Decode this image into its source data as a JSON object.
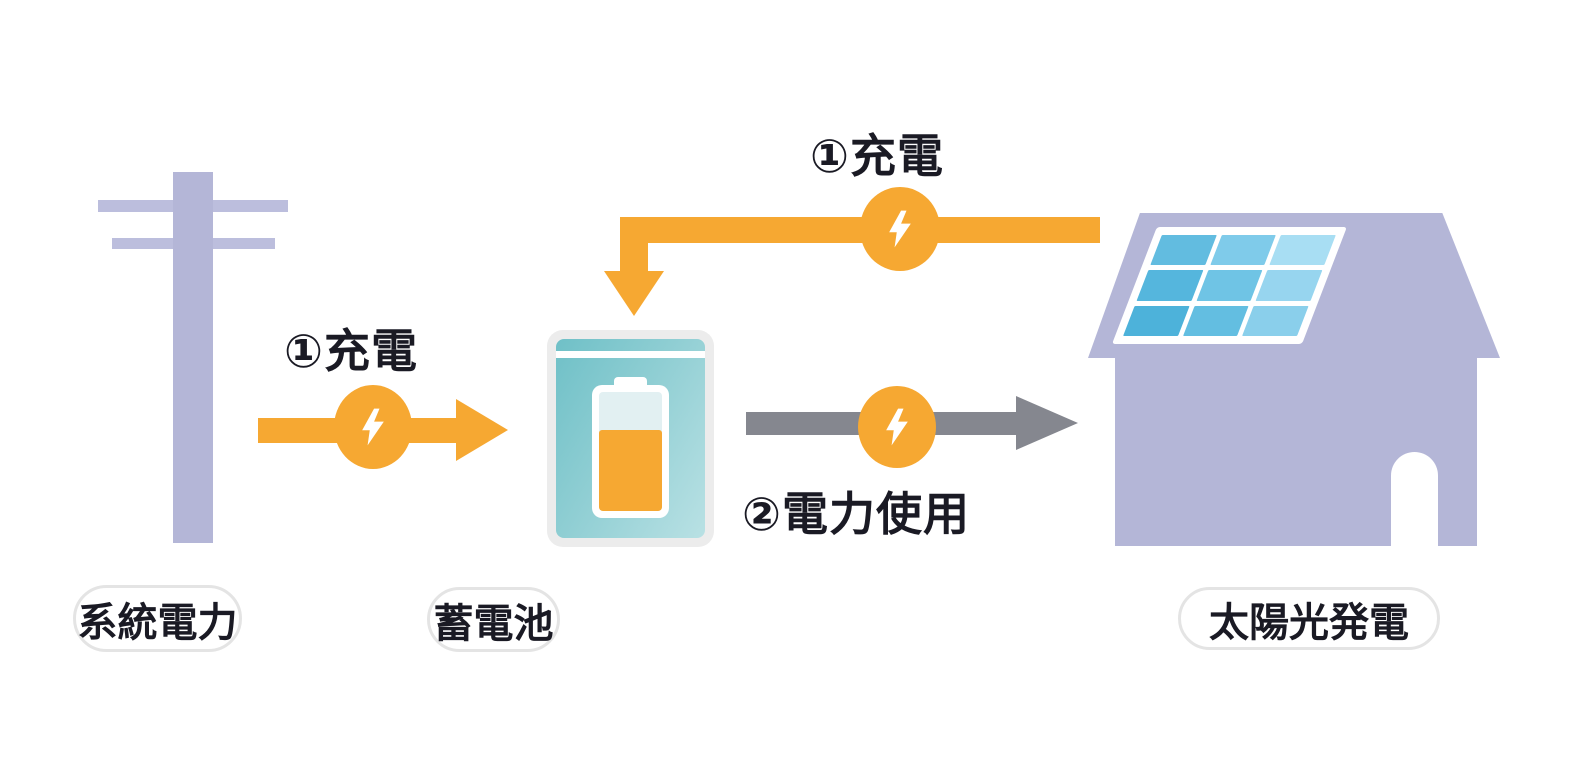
{
  "canvas": {
    "background": "#FFFFFF"
  },
  "nodes": {
    "grid_power": {
      "label": "系統電力"
    },
    "battery": {
      "label": "蓄電池",
      "charge_percent": 68
    },
    "solar_house": {
      "label": "太陽光発電"
    }
  },
  "flows": {
    "grid_charge": {
      "label": "①充電",
      "color": "#F6A832",
      "from": "grid_power",
      "to": "battery"
    },
    "solar_charge": {
      "label": "①充電",
      "color": "#F6A832",
      "from": "solar_house",
      "to": "battery"
    },
    "power_use": {
      "label": "②電力使用",
      "color": "#85878F",
      "from": "battery",
      "to": "solar_house"
    }
  },
  "icons": {
    "lightning": "lightning-bolt-icon"
  },
  "colors": {
    "orange": "#F6A832",
    "arrow_gray": "#85878F",
    "lavender": "#B4B6D7",
    "battery_teal_dark": "#6FC0C7",
    "battery_teal_light": "#B9E1E4",
    "battery_empty": "#E2F0F2",
    "panel_blue_dark": "#4DB2DA",
    "panel_blue_light": "#A8DEF3",
    "text": "#1A1A24",
    "pill_border": "#E4E4E4"
  }
}
